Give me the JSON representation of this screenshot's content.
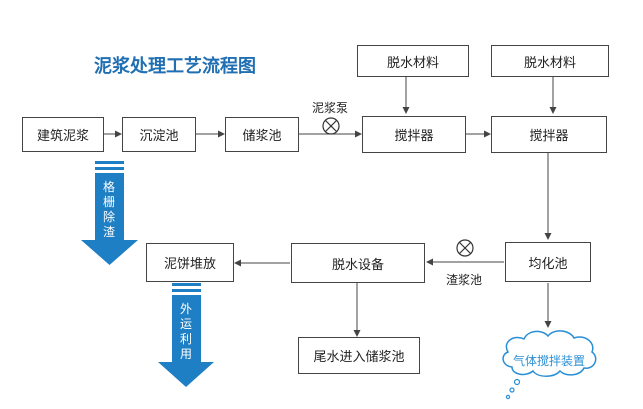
{
  "diagram": {
    "title": "泥浆处理工艺流程图",
    "nodes": {
      "jianzhu_nijiang": "建筑泥浆",
      "chendian_chi": "沉淀池",
      "chujiang_chi": "储浆池",
      "jiaoban_qi_1": "搅拌器",
      "jiaoban_qi_2": "搅拌器",
      "tuoshui_cailiao_1": "脱水材料",
      "tuoshui_cailiao_2": "脱水材料",
      "junhua_chi": "均化池",
      "tuoshui_shebei": "脱水设备",
      "nibing_duifang": "泥饼堆放",
      "weishui": "尾水进入储浆池"
    },
    "labels": {
      "pump": "泥浆泵",
      "slag": "渣浆池",
      "screen": "格栅除渣",
      "external": "外运利用",
      "gas": "气体搅拌装置"
    },
    "colors": {
      "title": "#1f6fb2",
      "arrow_blue": "#1f7fc4",
      "line": "#444444",
      "cloud_stroke": "#2a8fd4"
    }
  }
}
